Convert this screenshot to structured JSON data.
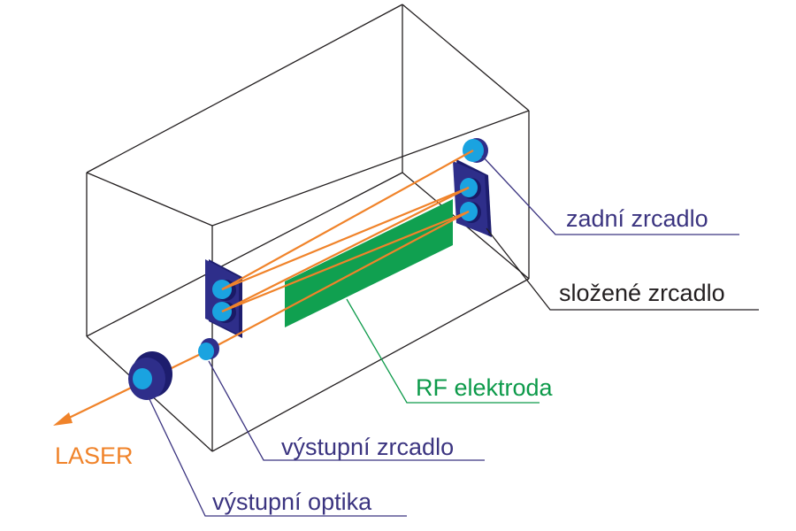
{
  "labels": {
    "rear_mirror": "zadní zrcadlo",
    "folding_mirror": "složené zrcadlo",
    "rf_electrode": "RF elektroda",
    "output_mirror": "výstupní zrcadlo",
    "output_optics": "výstupní optika",
    "laser": "LASER"
  },
  "colors": {
    "box_outline": "#231f20",
    "mount": "#2e2e8a",
    "mirror_face": "#1aa3e0",
    "beam": "#f0832a",
    "electrode": "#10a050",
    "leader_navy": "#3b3480",
    "leader_dark": "#231f20",
    "leader_green": "#0d9a4a"
  },
  "icons": {
    "beam_arrow": "arrow-head-left-down"
  }
}
